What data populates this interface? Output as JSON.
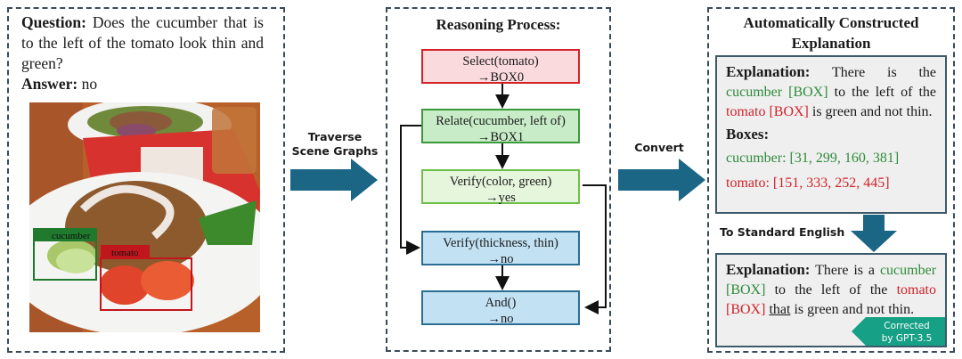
{
  "left_panel": {
    "question_label": "Question:",
    "question_text": "Does the cucumber that is to the left of the tomato look thin and green?",
    "answer_label": "Answer:",
    "answer_text": "no",
    "image_boxes": [
      {
        "label": "cucumber",
        "color": "#1f7a2e"
      },
      {
        "label": "tomato",
        "color": "#c0161c"
      }
    ]
  },
  "arrow1": {
    "label_line1": "Traverse",
    "label_line2": "Scene Graphs"
  },
  "middle_panel": {
    "title": "Reasoning Process:",
    "nodes": [
      {
        "line1": "Select(tomato)",
        "line2": "→BOX0"
      },
      {
        "line1": "Relate(cucumber, left of)",
        "line2": "→BOX1"
      },
      {
        "line1": "Verify(color, green)",
        "line2": "→yes"
      },
      {
        "line1": "Verify(thickness, thin)",
        "line2": "→no"
      },
      {
        "line1": "And()",
        "line2": "→no"
      }
    ]
  },
  "arrow2": {
    "label": "Convert"
  },
  "right_panel": {
    "title_line1": "Automatically Constructed",
    "title_line2": "Explanation",
    "explanation1": {
      "label": "Explanation:",
      "t1": "There is the",
      "cucumber": "cucumber [BOX]",
      "t2": "to the left of the",
      "tomato": "tomato [BOX]",
      "t3": "is green and not thin."
    },
    "boxes_label": "Boxes:",
    "boxes": [
      {
        "text": "cucumber: [31, 299, 160, 381]",
        "color": "#2e8b3a"
      },
      {
        "text": "tomato: [151, 333, 252, 445]",
        "color": "#d2232a"
      }
    ],
    "down_arrow_label": "To Standard English",
    "explanation2": {
      "label": "Explanation:",
      "t1": "There is a",
      "cucumber": "cucumber [BOX]",
      "t2": "to the left of the",
      "tomato": "tomato [BOX]",
      "underlined": "that",
      "t3": "is green and not thin."
    },
    "badge_line1": "Corrected",
    "badge_line2": "by GPT-3.5"
  },
  "colors": {
    "arrow": "#1b6585",
    "badge": "#16a085",
    "dash": "#3a4a5a"
  }
}
